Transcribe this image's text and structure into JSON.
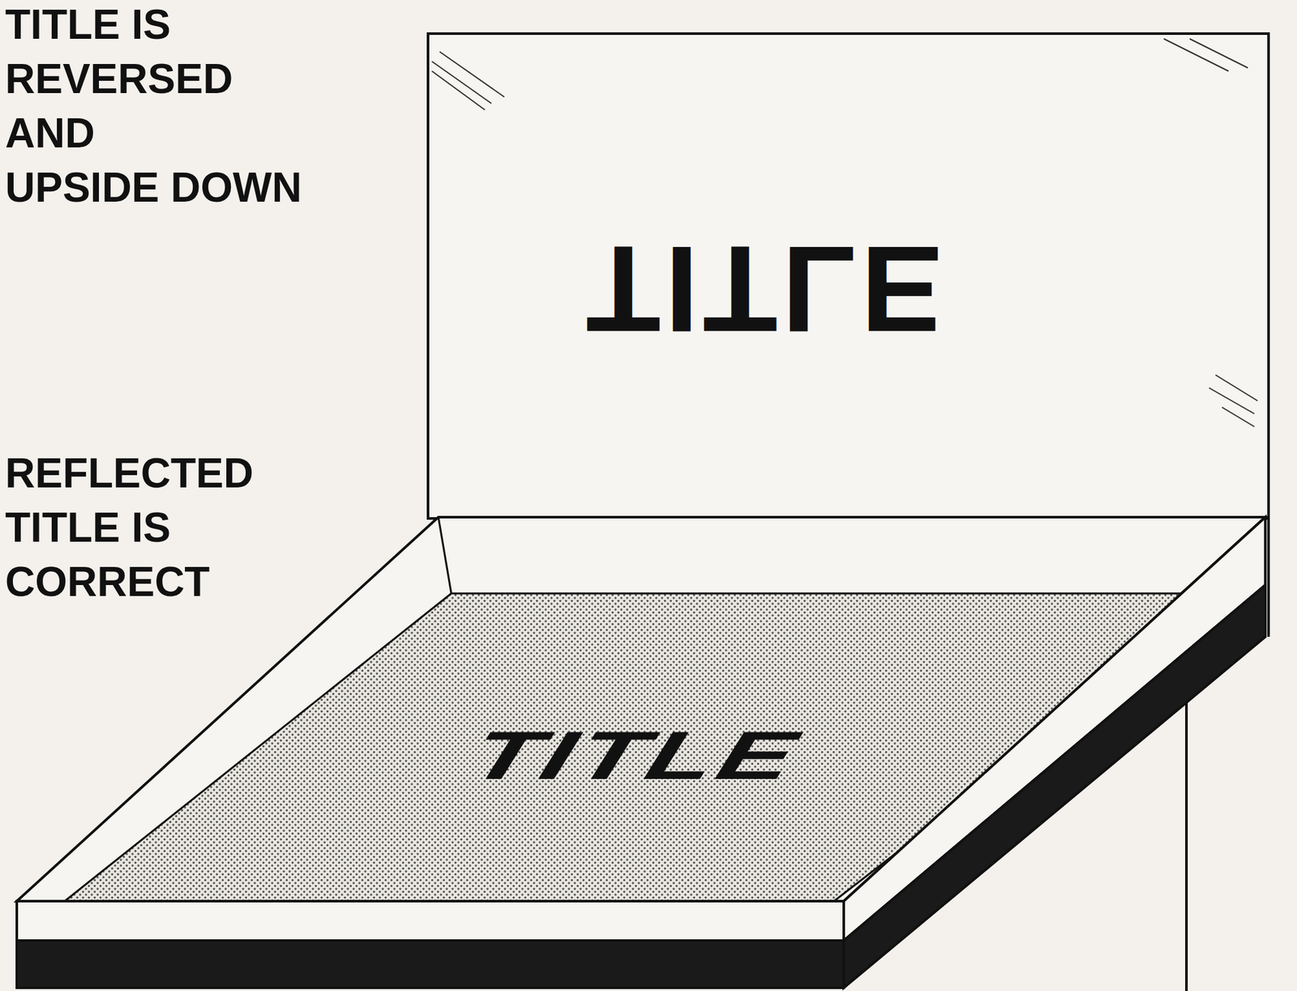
{
  "diagram": {
    "labels": [
      "TITLE IS",
      "REVERSED",
      "AND",
      "UPSIDE DOWN",
      "REFLECTED",
      "TITLE IS",
      "CORRECT",
      "TITLE",
      "TITLE"
    ]
  }
}
